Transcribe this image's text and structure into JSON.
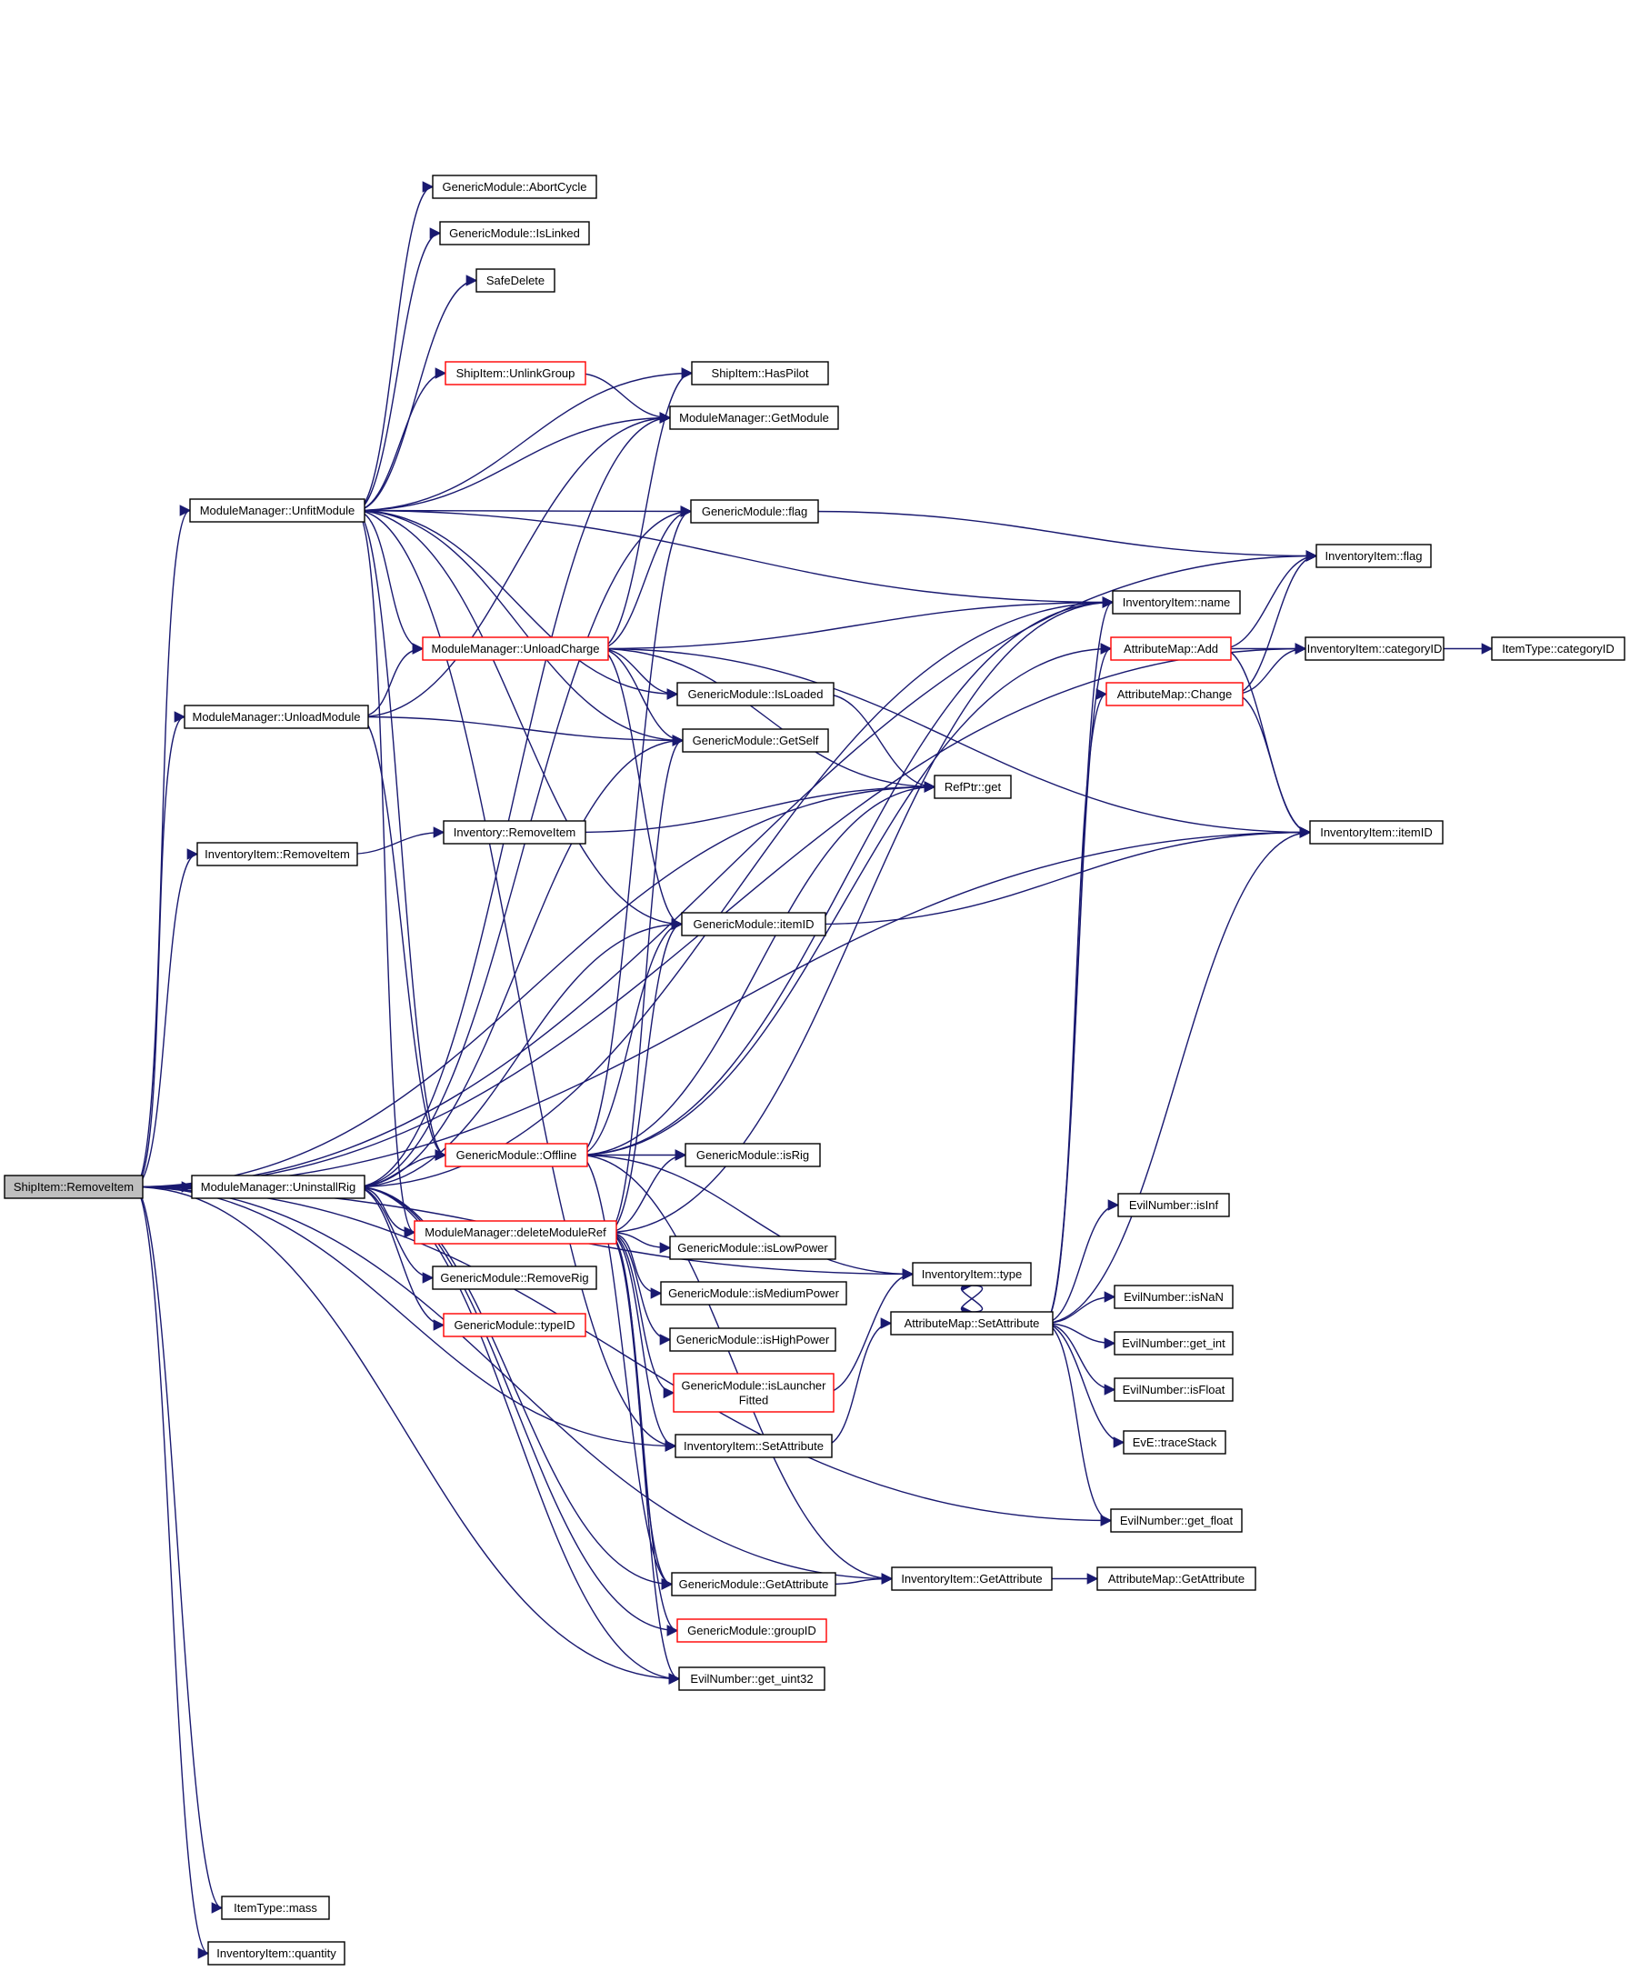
{
  "graph": {
    "title": "ShipItem::RemoveItem call graph",
    "edge_color": "#191970",
    "node_border": "#000000",
    "truncated_node_border": "#ff0000",
    "root_fill": "#bfbfbf",
    "nodes": {
      "root": {
        "label": [
          "ShipItem::RemoveItem"
        ],
        "style": "root"
      },
      "mm_unfit": {
        "label": [
          "ModuleManager::UnfitModule"
        ]
      },
      "mm_unloadmodule": {
        "label": [
          "ModuleManager::UnloadModule"
        ]
      },
      "ii_removeitem": {
        "label": [
          "InventoryItem::RemoveItem"
        ]
      },
      "mm_uninstallrig": {
        "label": [
          "ModuleManager::UninstallRig"
        ]
      },
      "it_mass": {
        "label": [
          "ItemType::mass"
        ]
      },
      "ii_quantity": {
        "label": [
          "InventoryItem::quantity"
        ]
      },
      "gm_abortcycle": {
        "label": [
          "GenericModule::AbortCycle"
        ]
      },
      "gm_islinked": {
        "label": [
          "GenericModule::IsLinked"
        ]
      },
      "safedelete": {
        "label": [
          "SafeDelete"
        ]
      },
      "si_unlinkgroup": {
        "label": [
          "ShipItem::UnlinkGroup"
        ],
        "style": "red"
      },
      "si_haspilot": {
        "label": [
          "ShipItem::HasPilot"
        ]
      },
      "mm_getmodule": {
        "label": [
          "ModuleManager::GetModule"
        ]
      },
      "gm_flag": {
        "label": [
          "GenericModule::flag"
        ]
      },
      "mm_unloadcharge": {
        "label": [
          "ModuleManager::UnloadCharge"
        ],
        "style": "red"
      },
      "gm_isloaded": {
        "label": [
          "GenericModule::IsLoaded"
        ]
      },
      "gm_getself": {
        "label": [
          "GenericModule::GetSelf"
        ]
      },
      "refptr_get": {
        "label": [
          "RefPtr::get"
        ]
      },
      "inv_removeitem": {
        "label": [
          "Inventory::RemoveItem"
        ]
      },
      "gm_itemid": {
        "label": [
          "GenericModule::itemID"
        ]
      },
      "gm_offline": {
        "label": [
          "GenericModule::Offline"
        ],
        "style": "red"
      },
      "gm_isrig": {
        "label": [
          "GenericModule::isRig"
        ]
      },
      "mm_deletemoduleref": {
        "label": [
          "ModuleManager::deleteModuleRef"
        ],
        "style": "red"
      },
      "gm_islowpower": {
        "label": [
          "GenericModule::isLowPower"
        ]
      },
      "gm_ismediumpower": {
        "label": [
          "GenericModule::isMediumPower"
        ]
      },
      "gm_ishighpower": {
        "label": [
          "GenericModule::isHighPower"
        ]
      },
      "gm_islauncherfitted": {
        "label": [
          "GenericModule::isLauncher",
          "Fitted"
        ],
        "style": "red"
      },
      "gm_removerig": {
        "label": [
          "GenericModule::RemoveRig"
        ]
      },
      "gm_typeid": {
        "label": [
          "GenericModule::typeID"
        ],
        "style": "red"
      },
      "ii_setattribute": {
        "label": [
          "InventoryItem::SetAttribute"
        ]
      },
      "gm_getattribute": {
        "label": [
          "GenericModule::GetAttribute"
        ]
      },
      "gm_groupid": {
        "label": [
          "GenericModule::groupID"
        ],
        "style": "red"
      },
      "en_get_uint32": {
        "label": [
          "EvilNumber::get_uint32"
        ]
      },
      "ii_flag": {
        "label": [
          "InventoryItem::flag"
        ]
      },
      "ii_name": {
        "label": [
          "InventoryItem::name"
        ]
      },
      "am_add": {
        "label": [
          "AttributeMap::Add"
        ],
        "style": "red"
      },
      "ii_categoryid": {
        "label": [
          "InventoryItem::categoryID"
        ]
      },
      "it_categoryid": {
        "label": [
          "ItemType::categoryID"
        ]
      },
      "am_change": {
        "label": [
          "AttributeMap::Change"
        ],
        "style": "red"
      },
      "ii_itemid": {
        "label": [
          "InventoryItem::itemID"
        ]
      },
      "ii_type": {
        "label": [
          "InventoryItem::type"
        ]
      },
      "am_setattribute": {
        "label": [
          "AttributeMap::SetAttribute"
        ]
      },
      "en_isinf": {
        "label": [
          "EvilNumber::isInf"
        ]
      },
      "en_isnan": {
        "label": [
          "EvilNumber::isNaN"
        ]
      },
      "en_get_int": {
        "label": [
          "EvilNumber::get_int"
        ]
      },
      "en_isfloat": {
        "label": [
          "EvilNumber::isFloat"
        ]
      },
      "eve_tracestack": {
        "label": [
          "EvE::traceStack"
        ]
      },
      "en_get_float": {
        "label": [
          "EvilNumber::get_float"
        ]
      },
      "ii_getattribute": {
        "label": [
          "InventoryItem::GetAttribute"
        ]
      },
      "am_getattribute": {
        "label": [
          "AttributeMap::GetAttribute"
        ]
      }
    },
    "edges": [
      [
        "root",
        "mm_unfit"
      ],
      [
        "root",
        "mm_unloadmodule"
      ],
      [
        "root",
        "ii_removeitem"
      ],
      [
        "root",
        "mm_uninstallrig"
      ],
      [
        "root",
        "it_mass"
      ],
      [
        "root",
        "ii_quantity"
      ],
      [
        "root",
        "ii_flag"
      ],
      [
        "root",
        "ii_categoryid"
      ],
      [
        "root",
        "refptr_get"
      ],
      [
        "root",
        "ii_setattribute"
      ],
      [
        "root",
        "en_get_uint32"
      ],
      [
        "root",
        "ii_itemid"
      ],
      [
        "root",
        "ii_getattribute"
      ],
      [
        "root",
        "en_get_float"
      ],
      [
        "root",
        "ii_type"
      ],
      [
        "mm_unfit",
        "gm_abortcycle"
      ],
      [
        "mm_unfit",
        "gm_islinked"
      ],
      [
        "mm_unfit",
        "safedelete"
      ],
      [
        "mm_unfit",
        "si_unlinkgroup"
      ],
      [
        "mm_unfit",
        "si_haspilot"
      ],
      [
        "mm_unfit",
        "mm_getmodule"
      ],
      [
        "mm_unfit",
        "gm_flag"
      ],
      [
        "mm_unfit",
        "ii_name"
      ],
      [
        "mm_unfit",
        "mm_unloadcharge"
      ],
      [
        "mm_unfit",
        "gm_isloaded"
      ],
      [
        "mm_unfit",
        "gm_getself"
      ],
      [
        "mm_unfit",
        "gm_itemid"
      ],
      [
        "mm_unfit",
        "gm_offline"
      ],
      [
        "mm_unfit",
        "mm_deletemoduleref"
      ],
      [
        "mm_unfit",
        "ii_setattribute"
      ],
      [
        "mm_unloadmodule",
        "mm_getmodule"
      ],
      [
        "mm_unloadmodule",
        "mm_unloadcharge"
      ],
      [
        "mm_unloadmodule",
        "gm_getself"
      ],
      [
        "mm_unloadmodule",
        "gm_offline"
      ],
      [
        "ii_removeitem",
        "inv_removeitem"
      ],
      [
        "inv_removeitem",
        "refptr_get"
      ],
      [
        "mm_uninstallrig",
        "gm_offline"
      ],
      [
        "mm_uninstallrig",
        "mm_deletemoduleref"
      ],
      [
        "mm_uninstallrig",
        "gm_removerig"
      ],
      [
        "mm_uninstallrig",
        "gm_typeid"
      ],
      [
        "mm_uninstallrig",
        "gm_getself"
      ],
      [
        "mm_uninstallrig",
        "gm_itemid"
      ],
      [
        "mm_uninstallrig",
        "mm_getmodule"
      ],
      [
        "mm_uninstallrig",
        "gm_flag"
      ],
      [
        "mm_uninstallrig",
        "ii_name"
      ],
      [
        "mm_uninstallrig",
        "gm_getattribute"
      ],
      [
        "mm_uninstallrig",
        "gm_groupid"
      ],
      [
        "mm_uninstallrig",
        "en_get_uint32"
      ],
      [
        "si_unlinkgroup",
        "mm_getmodule"
      ],
      [
        "gm_flag",
        "ii_flag"
      ],
      [
        "mm_unloadcharge",
        "si_haspilot"
      ],
      [
        "mm_unloadcharge",
        "gm_flag"
      ],
      [
        "mm_unloadcharge",
        "ii_name"
      ],
      [
        "mm_unloadcharge",
        "gm_isloaded"
      ],
      [
        "mm_unloadcharge",
        "gm_getself"
      ],
      [
        "mm_unloadcharge",
        "refptr_get"
      ],
      [
        "mm_unloadcharge",
        "ii_itemid"
      ],
      [
        "mm_unloadcharge",
        "gm_itemid"
      ],
      [
        "gm_isloaded",
        "refptr_get"
      ],
      [
        "gm_itemid",
        "ii_itemid"
      ],
      [
        "gm_offline",
        "gm_isrig"
      ],
      [
        "gm_offline",
        "gm_itemid"
      ],
      [
        "gm_offline",
        "refptr_get"
      ],
      [
        "gm_offline",
        "ii_type"
      ],
      [
        "gm_offline",
        "gm_getattribute"
      ],
      [
        "gm_offline",
        "ii_getattribute"
      ],
      [
        "gm_offline",
        "am_add"
      ],
      [
        "gm_offline",
        "gm_flag"
      ],
      [
        "gm_offline",
        "ii_name"
      ],
      [
        "mm_deletemoduleref",
        "gm_islowpower"
      ],
      [
        "mm_deletemoduleref",
        "gm_ismediumpower"
      ],
      [
        "mm_deletemoduleref",
        "gm_ishighpower"
      ],
      [
        "mm_deletemoduleref",
        "gm_islauncherfitted"
      ],
      [
        "mm_deletemoduleref",
        "gm_isrig"
      ],
      [
        "mm_deletemoduleref",
        "gm_itemid"
      ],
      [
        "mm_deletemoduleref",
        "ii_setattribute"
      ],
      [
        "mm_deletemoduleref",
        "gm_getattribute"
      ],
      [
        "mm_deletemoduleref",
        "gm_groupid"
      ],
      [
        "mm_deletemoduleref",
        "en_get_uint32"
      ],
      [
        "mm_deletemoduleref",
        "ii_name"
      ],
      [
        "mm_deletemoduleref",
        "gm_getself"
      ],
      [
        "gm_islauncherfitted",
        "ii_type"
      ],
      [
        "ii_setattribute",
        "am_setattribute"
      ],
      [
        "gm_getattribute",
        "ii_getattribute"
      ],
      [
        "ii_getattribute",
        "am_getattribute"
      ],
      [
        "am_add",
        "ii_flag"
      ],
      [
        "am_add",
        "ii_categoryid"
      ],
      [
        "am_add",
        "ii_itemid"
      ],
      [
        "am_change",
        "ii_flag"
      ],
      [
        "am_change",
        "ii_categoryid"
      ],
      [
        "am_change",
        "ii_itemid"
      ],
      [
        "ii_categoryid",
        "it_categoryid"
      ],
      [
        "am_setattribute",
        "en_isinf"
      ],
      [
        "am_setattribute",
        "en_isnan"
      ],
      [
        "am_setattribute",
        "en_get_int"
      ],
      [
        "am_setattribute",
        "en_isfloat"
      ],
      [
        "am_setattribute",
        "eve_tracestack"
      ],
      [
        "am_setattribute",
        "en_get_float"
      ],
      [
        "am_setattribute",
        "ii_type"
      ],
      [
        "am_setattribute",
        "am_change"
      ],
      [
        "am_setattribute",
        "am_add"
      ],
      [
        "am_setattribute",
        "ii_name"
      ],
      [
        "am_setattribute",
        "ii_itemid"
      ],
      [
        "ii_type",
        "am_setattribute"
      ]
    ]
  }
}
